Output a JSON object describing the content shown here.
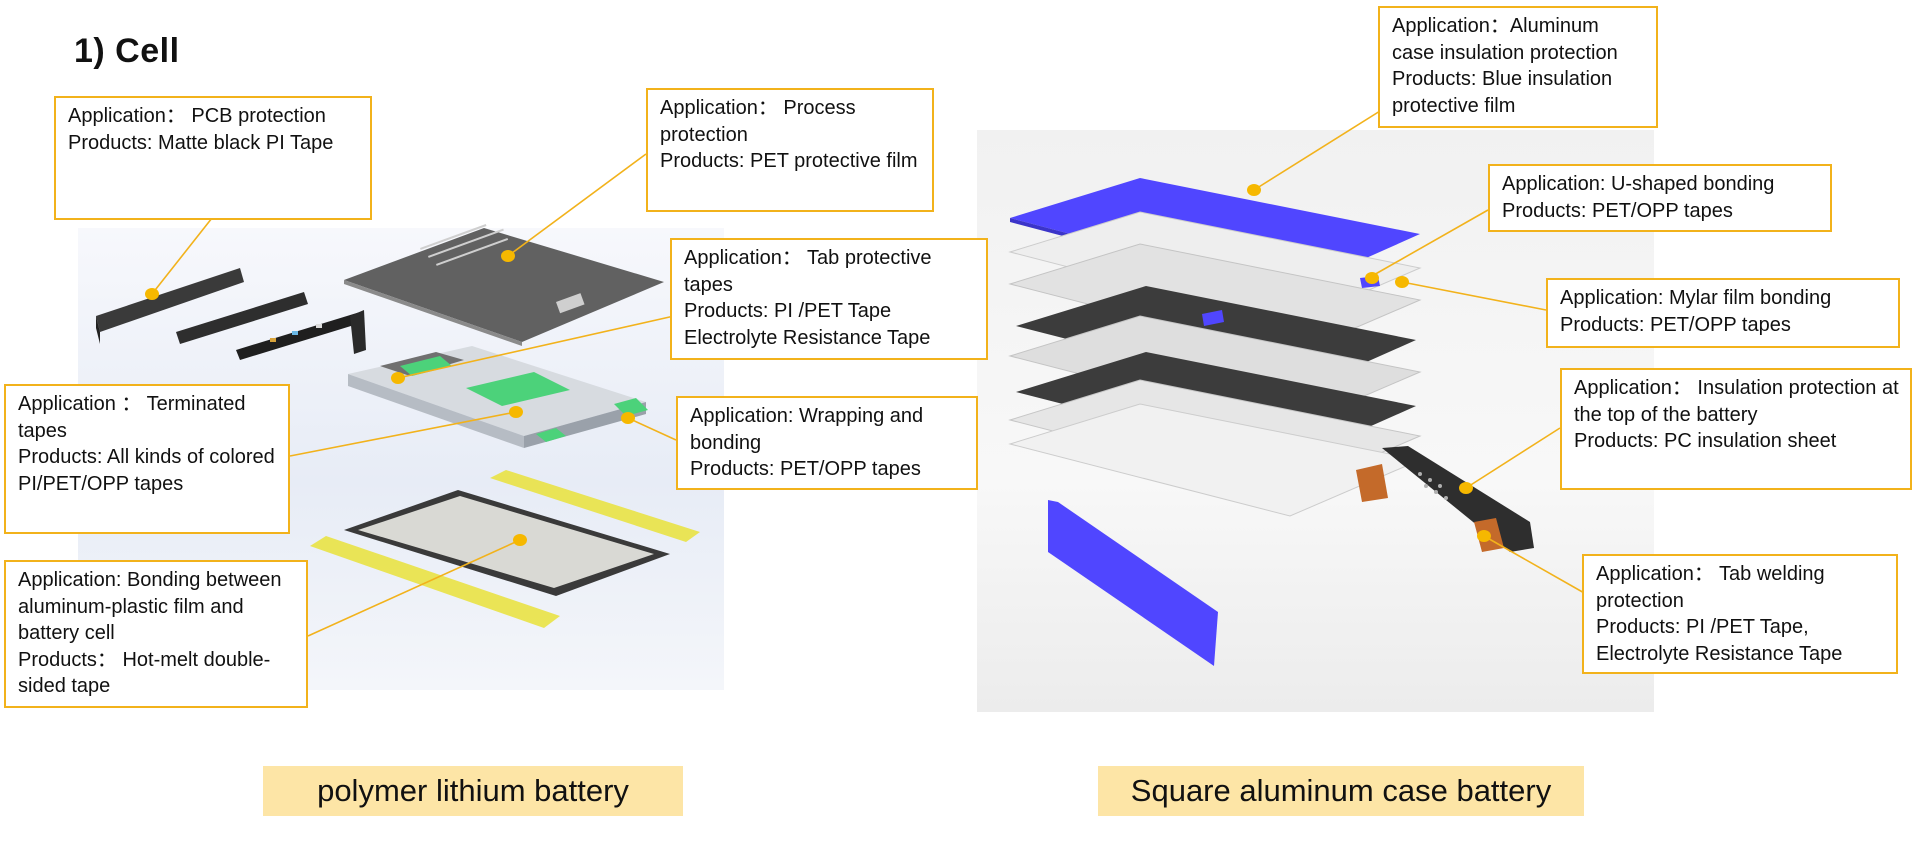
{
  "section_title": "1)  Cell",
  "colors": {
    "callout_border": "#f2b21b",
    "marker_dot": "#f6b800",
    "banner_bg": "#fde5a6",
    "blue_film": "#5046ff",
    "green_tape": "#4cd27a",
    "yellow_tape": "#e9e23a"
  },
  "callouts": {
    "pcb": {
      "application": "Application：  PCB protection",
      "products": "Products: Matte black PI Tape"
    },
    "process": {
      "application": "Application：  Process protection",
      "products": "Products: PET protective film"
    },
    "tab_protective": {
      "application": "Application：  Tab  protective tapes",
      "products": "Products: PI /PET Tape",
      "extra": "Electrolyte Resistance Tape"
    },
    "terminated": {
      "application": "Application ：  Terminated tapes",
      "products": "Products:  All kinds of colored PI/PET/OPP tapes"
    },
    "wrapping": {
      "application": "Application: Wrapping and bonding",
      "products": "Products:  PET/OPP tapes"
    },
    "bonding": {
      "application": "Application: Bonding between aluminum-plastic film and battery cell",
      "products": "Products：  Hot-melt double-sided tape"
    },
    "aluminum_case": {
      "application": "Application：Aluminum case insulation protection",
      "products": "Products: Blue insulation protective film"
    },
    "u_shaped": {
      "application": "Application:  U-shaped bonding",
      "products": "Products:  PET/OPP tapes"
    },
    "mylar": {
      "application": "Application: Mylar film bonding",
      "products": "Products:  PET/OPP tapes"
    },
    "insulation_top": {
      "application": "Application：  Insulation protection at the top of the battery",
      "products": "Products: PC insulation sheet"
    },
    "tab_welding": {
      "application": "Application：  Tab welding protection",
      "products": "Products: PI /PET Tape,",
      "extra": "Electrolyte Resistance Tape"
    }
  },
  "labels": {
    "left": "polymer lithium battery",
    "right": "Square aluminum case battery"
  }
}
